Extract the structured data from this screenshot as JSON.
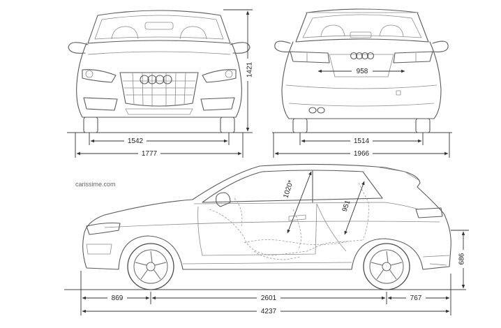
{
  "watermark": "carissime.com",
  "dimensions": {
    "front_track": "1542",
    "front_width": "1777",
    "height": "1421",
    "rear_track": "1514",
    "rear_width": "1966",
    "trunk_width": "958",
    "headroom": "1020*",
    "diagonal": "951",
    "front_overhang": "869",
    "wheelbase": "2601",
    "rear_overhang": "767",
    "length": "4237",
    "sill_height": "686"
  }
}
